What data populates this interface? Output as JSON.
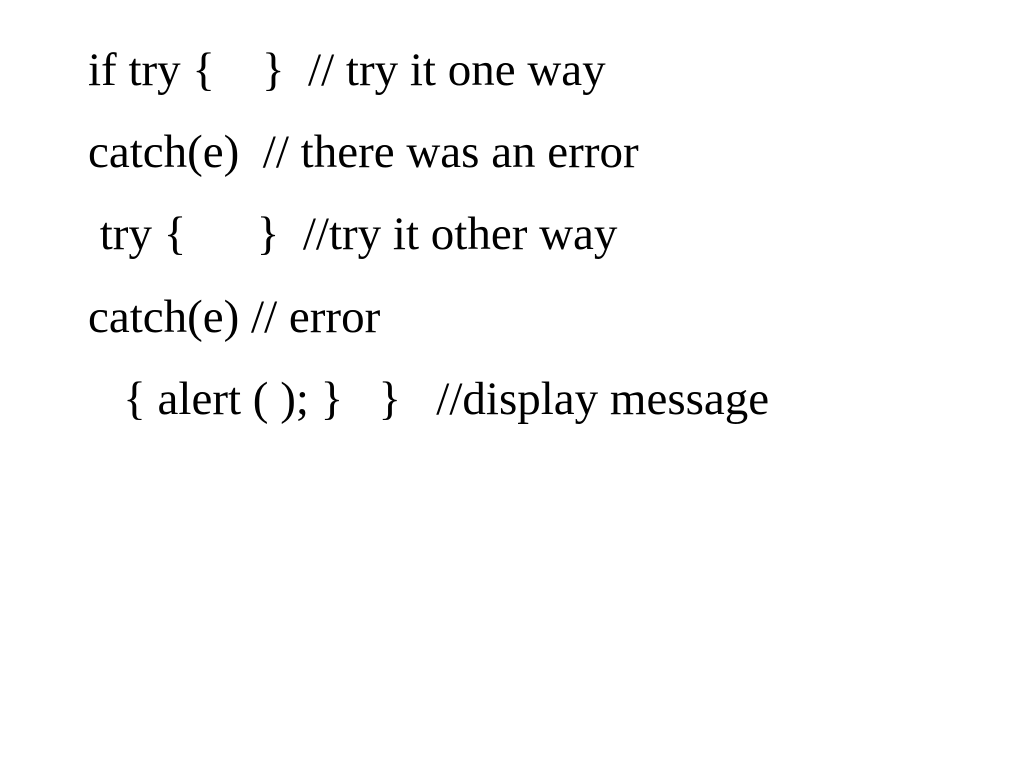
{
  "slide": {
    "lines": [
      "if try {    }  // try it one way",
      "catch(e)  // there was an error",
      " try {      }  //try it other way",
      "catch(e) // error",
      "   { alert ( ); }   }   //display message"
    ]
  }
}
